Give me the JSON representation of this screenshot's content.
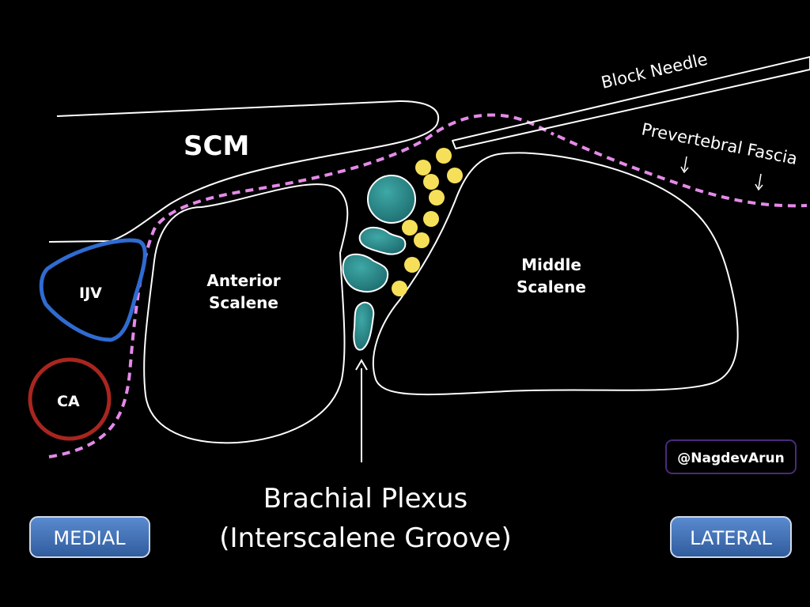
{
  "labels": {
    "scm": "SCM",
    "ijv": "IJV",
    "ca": "CA",
    "anterior_line1": "Anterior",
    "anterior_line2": "Scalene",
    "middle_line1": "Middle",
    "middle_line2": "Scalene",
    "block_needle": "Block Needle",
    "prevertebral_fascia": "Prevertebral Fascia",
    "plexus_line1": "Brachial Plexus",
    "plexus_line2": "(Interscalene Groove)",
    "watermark": "@NagdevArun"
  },
  "buttons": {
    "medial": "MEDIAL",
    "lateral": "LATERAL"
  },
  "colors": {
    "background": "#000000",
    "outline": "#ffffff",
    "fascia": "#e48ae8",
    "ijv": "#2f6bd1",
    "ca": "#a8261f",
    "nerve_root": "#2b8a8a",
    "yellow_dot": "#f6e05a",
    "button_fill": "#3d6fb0",
    "watermark_border": "#4b2a7a"
  }
}
